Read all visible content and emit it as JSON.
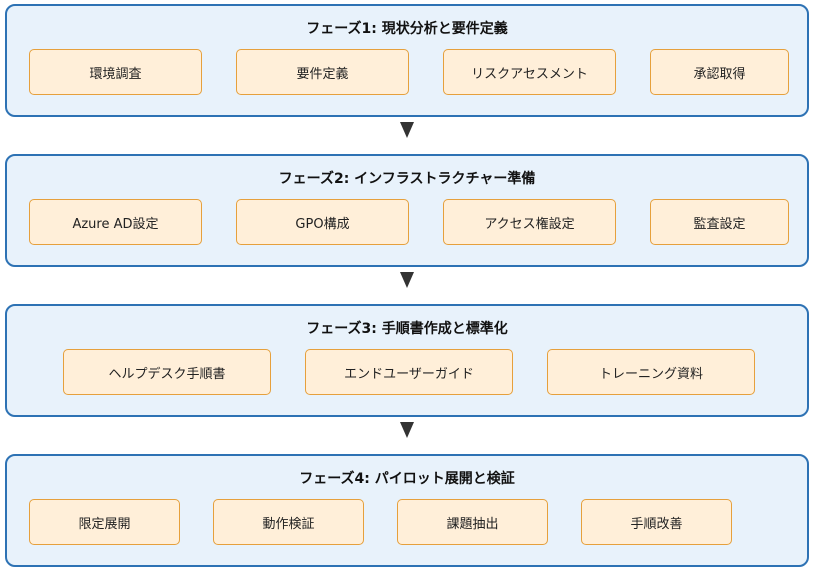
{
  "phases": [
    {
      "title": "フェーズ1: 現状分析と要件定義",
      "steps": [
        "環境調査",
        "要件定義",
        "リスクアセスメント",
        "承認取得"
      ]
    },
    {
      "title": "フェーズ2: インフラストラクチャー準備",
      "steps": [
        "Azure AD設定",
        "GPO構成",
        "アクセス権設定",
        "監査設定"
      ]
    },
    {
      "title": "フェーズ3: 手順書作成と標準化",
      "steps": [
        "ヘルプデスク手順書",
        "エンドユーザーガイド",
        "トレーニング資料"
      ]
    },
    {
      "title": "フェーズ4: パイロット展開と検証",
      "steps": [
        "限定展開",
        "動作検証",
        "課題抽出",
        "手順改善"
      ]
    }
  ],
  "colors": {
    "phase_fill": "#e8f2fb",
    "phase_border": "#2d72b4",
    "step_fill": "#ffefd9",
    "step_border": "#e6a03c",
    "arrow": "#333333"
  }
}
